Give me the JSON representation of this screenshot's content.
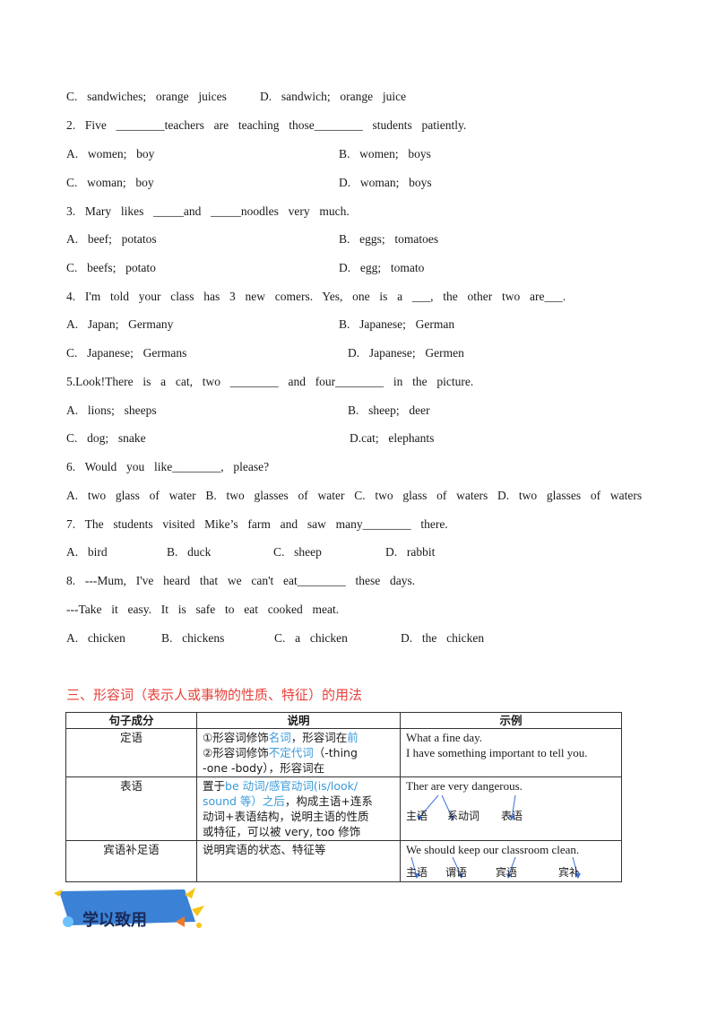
{
  "questions": {
    "q1_options": {
      "c": "C.  sandwiches;  orange  juices",
      "d": "D.  sandwich;  orange  juice"
    },
    "q2": {
      "stem": "2.  Five  ________teachers  are  teaching  those________  students  patiently.",
      "a": "A.  women;  boy",
      "b": "B.  women;  boys",
      "c": "C.  woman;  boy",
      "d": "D.  woman;  boys"
    },
    "q3": {
      "stem": "3.  Mary  likes  _____and  _____noodles  very  much.",
      "a": "A.  beef;  potatos",
      "b": "B.  eggs;  tomatoes",
      "c": "C.  beefs;  potato",
      "d": "D.  egg;  tomato"
    },
    "q4": {
      "stem": "4.  I'm  told  your  class  has  3  new  comers.  Yes,  one  is  a  ___,  the  other  two  are___.",
      "a": "A.  Japan;  Germany",
      "b": "B.  Japanese;  German",
      "c": "C.  Japanese;  Germans",
      "d": "D.  Japanese;  Germen"
    },
    "q5": {
      "stem": "5.Look!There  is  a  cat,  two  ________  and  four________  in  the  picture.",
      "a": "A.  lions;  sheeps",
      "b": "B.  sheep;  deer",
      "c": "C.  dog;  snake",
      "d": "D.cat;  elephants"
    },
    "q6": {
      "stem": "6.  Would  you  like________,  please?",
      "options": "A.  two  glass  of  water  B.  two  glasses  of  water  C.  two  glass  of  waters  D.  two  glasses  of  waters"
    },
    "q7": {
      "stem": "7.  The  students  visited  Mike’s  farm  and  saw  many________  there.",
      "a": "A.  bird",
      "b": "B.  duck",
      "c": "C.  sheep",
      "d": "D.  rabbit"
    },
    "q8": {
      "stem": "8.  ---Mum,  I've  heard  that  we  can't  eat________  these  days.",
      "stem2": "---Take  it  easy.  It  is  safe  to  eat  cooked  meat.",
      "a": "A.  chicken",
      "b": "B.  chickens",
      "c": "C.  a  chicken",
      "d": "D.  the  chicken"
    }
  },
  "section": {
    "title": "三、形容词（表示人或事物的性质、特征）的用法",
    "headers": [
      "句子成分",
      "说明",
      "示例"
    ],
    "rows": [
      {
        "role": "定语",
        "desc1a": "①形容词修饰",
        "desc1b": "名词",
        "desc1c": "，形容词在",
        "desc1d": "前",
        "desc2a": "②形容词修饰",
        "desc2b": "不定代词",
        "desc2c": "（-thing",
        "desc3": "-one  -body），形容词在",
        "ex1": "What  a  fine  day.",
        "ex2": "I  have  something  important  to  tell  you."
      },
      {
        "role": "表语",
        "desc1a": "置于",
        "desc1b": "be 动词/感官动词(is/look/",
        "desc2b": "sound 等）之后",
        "desc2c": "，构成主语+连系",
        "desc3": "动词+表语结构，说明主语的性质",
        "desc4": "或特征，可以被 very, too 修饰",
        "ex": "Ther  are  very  dangerous.",
        "tags": [
          "主语",
          "系动词",
          "表语"
        ]
      },
      {
        "role": "宾语补足语",
        "desc": "说明宾语的状态、特征等",
        "ex": "We  should  keep  our  classroom  clean.",
        "tags": [
          "主语",
          "谓语",
          "宾语",
          "宾补"
        ]
      }
    ]
  },
  "banner": {
    "label": "学以致用"
  },
  "colors": {
    "title": "#e8413a",
    "highlight": "#3a9ad9",
    "banner": "#3b82d6",
    "banner_accent": "#f5c518"
  }
}
